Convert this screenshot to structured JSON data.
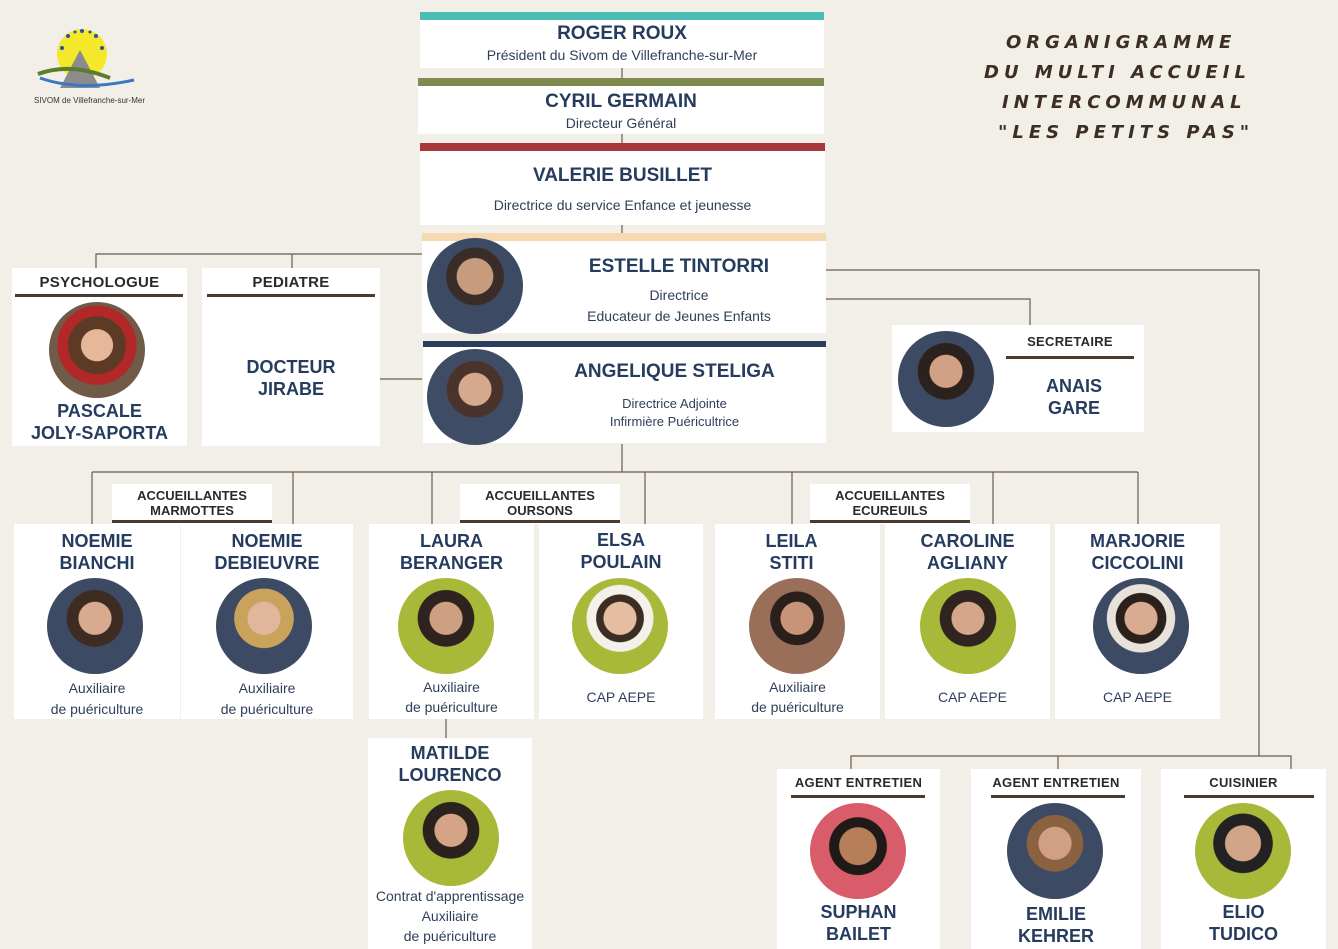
{
  "logo": {
    "caption": "SIVOM de Villefranche-sur-Mer"
  },
  "title": {
    "line1": "ORGANIGRAMME",
    "line2": "DU MULTI ACCUEIL",
    "line3": "INTERCOMMUNAL",
    "line4": "\"LES PETITS PAS\""
  },
  "colors": {
    "teal": "#4cbdb4",
    "olive": "#7f8a4f",
    "red": "#a8373b",
    "peach": "#f6d8b3",
    "navy": "#2b3d5c",
    "line": "#6b5a4c"
  },
  "top": {
    "roger": {
      "name": "ROGER ROUX",
      "role": "Président du Sivom de Villefranche-sur-Mer"
    },
    "cyril": {
      "name": "CYRIL GERMAIN",
      "role": "Directeur  Général"
    },
    "valerie": {
      "name": "VALERIE BUSILLET",
      "role": "Directrice du service Enfance et jeunesse"
    },
    "estelle": {
      "name": "ESTELLE TINTORRI",
      "role1": "Directrice",
      "role2": "Educateur de Jeunes Enfants"
    },
    "angelique": {
      "name": "ANGELIQUE STELIGA",
      "role1": "Directrice Adjointe",
      "role2": "Infirmière Puéricultrice"
    }
  },
  "psychologue": {
    "label": "PSYCHOLOGUE",
    "name1": "PASCALE",
    "name2": "JOLY-SAPORTA"
  },
  "pediatre": {
    "label": "PEDIATRE",
    "name1": "DOCTEUR",
    "name2": "JIRABE"
  },
  "secretaire": {
    "label": "SECRETAIRE",
    "name1": "ANAIS",
    "name2": "GARE"
  },
  "groups": {
    "marmottes": {
      "line1": "ACCUEILLANTES",
      "line2": "MARMOTTES"
    },
    "oursons": {
      "line1": "ACCUEILLANTES",
      "line2": "OURSONS"
    },
    "ecureuils": {
      "line1": "ACCUEILLANTES",
      "line2": "ECUREUILS"
    }
  },
  "staff": [
    {
      "name1": "NOEMIE",
      "name2": "BIANCHI",
      "role1": "Auxiliaire",
      "role2": "de puériculture"
    },
    {
      "name1": "NOEMIE",
      "name2": "DEBIEUVRE",
      "role1": "Auxiliaire",
      "role2": "de puériculture"
    },
    {
      "name1": "LAURA",
      "name2": "BERANGER",
      "role1": "Auxiliaire",
      "role2": "de puériculture"
    },
    {
      "name1": "ELSA",
      "name2": "POULAIN",
      "role1": "CAP AEPE",
      "role2": ""
    },
    {
      "name1": "LEILA",
      "name2": "STITI",
      "role1": "Auxiliaire",
      "role2": "de puériculture"
    },
    {
      "name1": "CAROLINE",
      "name2": "AGLIANY",
      "role1": "CAP AEPE",
      "role2": ""
    },
    {
      "name1": "MARJORIE",
      "name2": "CICCOLINI",
      "role1": "CAP AEPE",
      "role2": ""
    }
  ],
  "matilde": {
    "name1": "MATILDE",
    "name2": "LOURENCO",
    "role1": "Contrat d'apprentissage",
    "role2": "Auxiliaire",
    "role3": "de puériculture"
  },
  "service": [
    {
      "label": "AGENT ENTRETIEN",
      "name1": "SUPHAN",
      "name2": "BAILET"
    },
    {
      "label": "AGENT ENTRETIEN",
      "name1": "EMILIE",
      "name2": "KEHRER"
    },
    {
      "label": "CUISINIER",
      "name1": "ELIO",
      "name2": "TUDICO"
    }
  ]
}
